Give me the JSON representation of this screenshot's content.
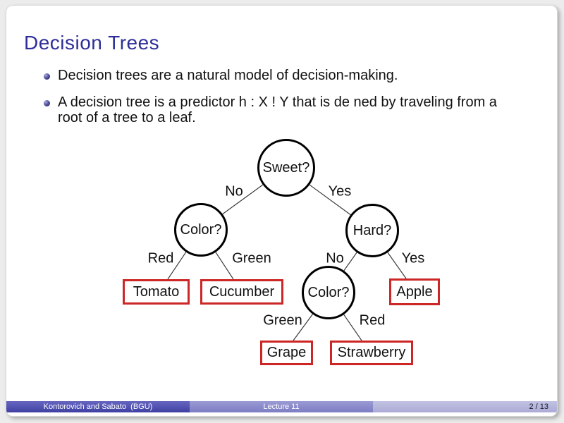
{
  "slide": {
    "title": "Decision Trees",
    "bullets": [
      {
        "lines": [
          "Decision trees are a natural model of decision-making."
        ]
      },
      {
        "lines": [
          "A decision tree is a predictor h : X ! Y that is de ned by traveling from a",
          "root of a tree to a leaf."
        ]
      }
    ]
  },
  "tree": {
    "nodes": [
      {
        "label": "Sweet?"
      },
      {
        "label": "Color?"
      },
      {
        "label": "Hard?"
      },
      {
        "label": "Color?"
      }
    ],
    "edges": [
      {
        "label": "No"
      },
      {
        "label": "Yes"
      },
      {
        "label": "Red"
      },
      {
        "label": "Green"
      },
      {
        "label": "No"
      },
      {
        "label": "Yes"
      },
      {
        "label": "Green"
      },
      {
        "label": "Red"
      }
    ],
    "leaves": [
      {
        "label": "Tomato"
      },
      {
        "label": "Cucumber"
      },
      {
        "label": "Apple"
      },
      {
        "label": "Grape"
      },
      {
        "label": "Strawberry"
      }
    ],
    "colors": {
      "leaf_border": "#cc2626",
      "node_stroke": "#000000",
      "edge_line": "#3a3a3a"
    }
  },
  "footer": {
    "authors": "Kontorovich and Sabato  (BGU)",
    "lecture": "Lecture 11",
    "page": "2 / 13",
    "colors": {
      "left": "#4a49ad",
      "middle": "#8787cb",
      "right": "#b5b5dc"
    }
  },
  "theme": {
    "title_color": "#2e2e99"
  }
}
